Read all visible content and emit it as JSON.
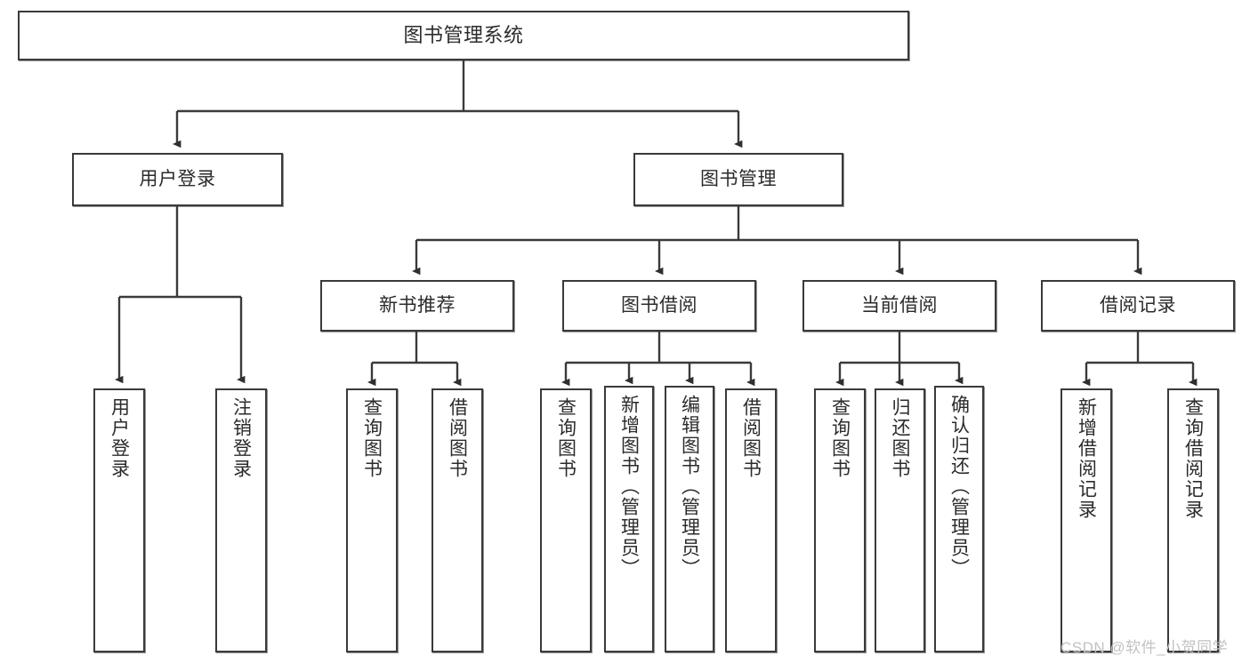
{
  "diagram": {
    "title": "图书管理系统",
    "type": "tree-hierarchy-chart",
    "watermark": "CSDN @软件_小贺同学",
    "colors": {
      "stroke": "#3a3a3a",
      "text": "#2b2b2b",
      "background": "#ffffff",
      "watermark": "#c2c2c2"
    },
    "nodes": {
      "root": {
        "label": "图书管理系统"
      },
      "level2": [
        {
          "id": "user-login",
          "label": "用户登录"
        },
        {
          "id": "book-management",
          "label": "图书管理"
        }
      ],
      "level3": [
        {
          "id": "new-book-recommend",
          "label": "新书推荐"
        },
        {
          "id": "book-borrow",
          "label": "图书借阅"
        },
        {
          "id": "current-borrow",
          "label": "当前借阅"
        },
        {
          "id": "borrow-record",
          "label": "借阅记录"
        }
      ],
      "leaves": {
        "user_login": [
          {
            "id": "leaf-user-login",
            "label": "用户登录"
          },
          {
            "id": "leaf-logout-login",
            "label": "注销登录"
          }
        ],
        "new_book_recommend": [
          {
            "id": "leaf-query-book-1",
            "label": "查询图书"
          },
          {
            "id": "leaf-borrow-book-1",
            "label": "借阅图书"
          }
        ],
        "book_borrow": [
          {
            "id": "leaf-query-book-2",
            "label": "查询图书"
          },
          {
            "id": "leaf-add-book",
            "label": "新增图书（管理员）"
          },
          {
            "id": "leaf-edit-book",
            "label": "编辑图书（管理员）"
          },
          {
            "id": "leaf-borrow-book-2",
            "label": "借阅图书"
          }
        ],
        "current_borrow": [
          {
            "id": "leaf-query-book-3",
            "label": "查询图书"
          },
          {
            "id": "leaf-return-book",
            "label": "归还图书"
          },
          {
            "id": "leaf-confirm-return",
            "label": "确认归还（管理员）"
          }
        ],
        "borrow_record": [
          {
            "id": "leaf-add-borrow-record",
            "label": "新增借阅记录"
          },
          {
            "id": "leaf-query-borrow-record",
            "label": "查询借阅记录"
          }
        ]
      }
    }
  }
}
